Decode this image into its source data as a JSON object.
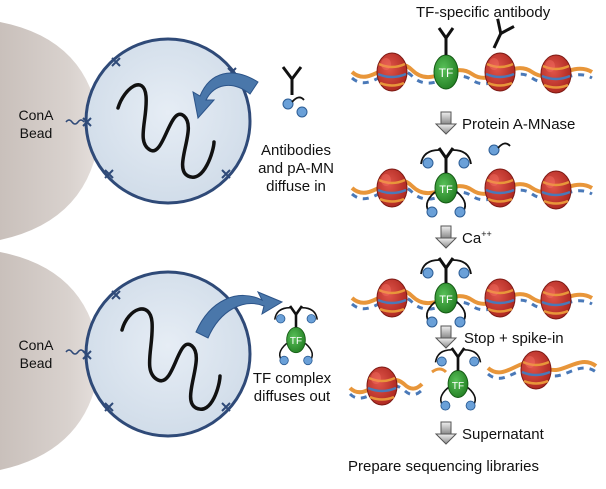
{
  "beads": [
    {
      "line1": "ConA",
      "line2": "Bead"
    },
    {
      "line1": "ConA",
      "line2": "Bead"
    }
  ],
  "cell_captions": {
    "top": {
      "line1": "Antibodies",
      "line2": "and pA-MN",
      "line3": "diffuse in"
    },
    "bottom": {
      "line1": "TF complex",
      "line2": "diffuses out"
    }
  },
  "steps": {
    "antibody_label": "TF-specific antibody",
    "step1": "Protein A-MNase",
    "step2_base": "Ca",
    "step2_sup": "++",
    "step3": "Stop + spike-in",
    "step4": "Supernatant",
    "final": "Prepare sequencing libraries"
  },
  "molecule_label": "TF",
  "colors": {
    "bead": "#d6cfcb",
    "cell_fill": "#dde6f0",
    "cell_stroke": "#2f4a78",
    "dna_orange": "#e8963a",
    "dna_blue": "#4a79b8",
    "nucleosome": "#c8332a",
    "tf_green": "#2e9b2e",
    "arrow_blue": "#4a77aa",
    "proteinA": "#6aa0d8"
  },
  "icons": [
    "chevron-arrow-icon",
    "curved-arrow-icon",
    "antibody-icon",
    "nucleosome-icon",
    "pa-mnase-icon"
  ]
}
